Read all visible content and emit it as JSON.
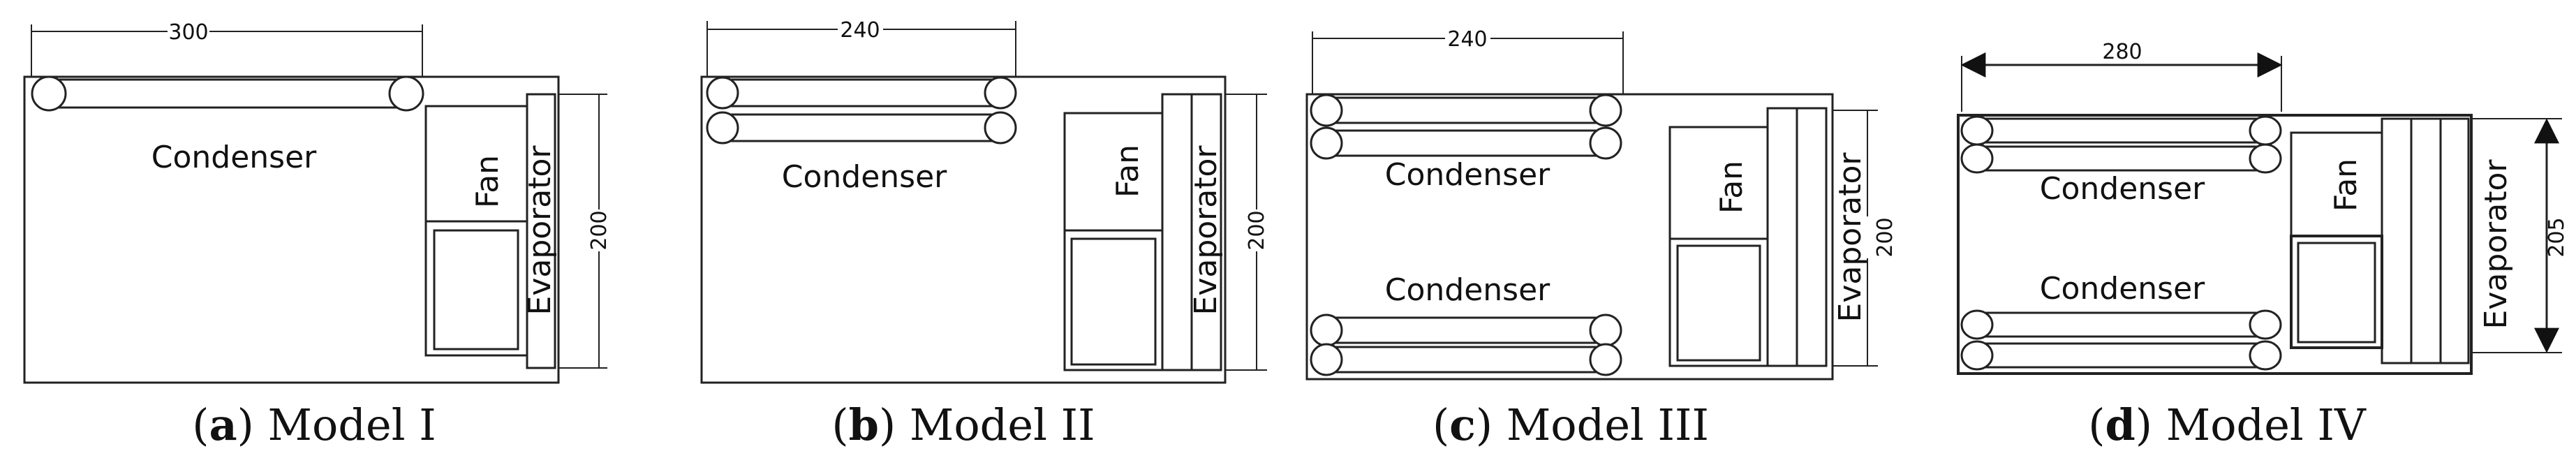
{
  "panels": [
    {
      "caption": {
        "letter": "a",
        "title": "Model I"
      },
      "condenser_labels": [
        "Condenser"
      ],
      "fan_label": "Fan",
      "evaporator_label": "Evaporator",
      "width_dim": "300",
      "height_dim": "200"
    },
    {
      "caption": {
        "letter": "b",
        "title": "Model II"
      },
      "condenser_labels": [
        "Condenser"
      ],
      "fan_label": "Fan",
      "evaporator_label": "Evaporator",
      "width_dim": "240",
      "height_dim": "200"
    },
    {
      "caption": {
        "letter": "c",
        "title": "Model III"
      },
      "condenser_labels": [
        "Condenser",
        "Condenser"
      ],
      "fan_label": "Fan",
      "evaporator_label": "Evaporator",
      "width_dim": "240",
      "height_dim": "200"
    },
    {
      "caption": {
        "letter": "d",
        "title": "Model IV"
      },
      "condenser_labels": [
        "Condenser",
        "Condenser"
      ],
      "fan_label": "Fan",
      "evaporator_label": "Evaporator",
      "width_dim": "280",
      "height_dim": "205"
    }
  ]
}
